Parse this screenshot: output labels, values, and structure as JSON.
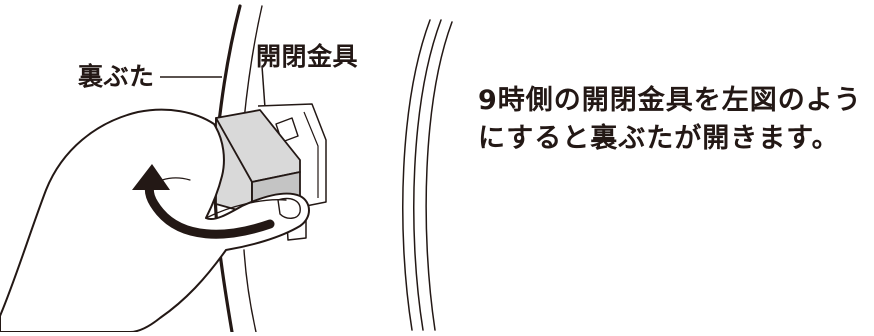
{
  "labels": {
    "back_cover": "裏ぶた",
    "latch": "開閉金具"
  },
  "instruction": {
    "line1": "9時側の開閉金具を左図のよう",
    "line2": "にすると裏ぶたが開きます。"
  },
  "icons": {
    "arrow": "curved-arrow-icon",
    "hand": "hand-illustration",
    "latch": "latch-illustration"
  },
  "colors": {
    "ink": "#231815",
    "latch_fill": "#d9d9d9",
    "latch_shade": "#c4c4c4",
    "background": "#ffffff"
  }
}
